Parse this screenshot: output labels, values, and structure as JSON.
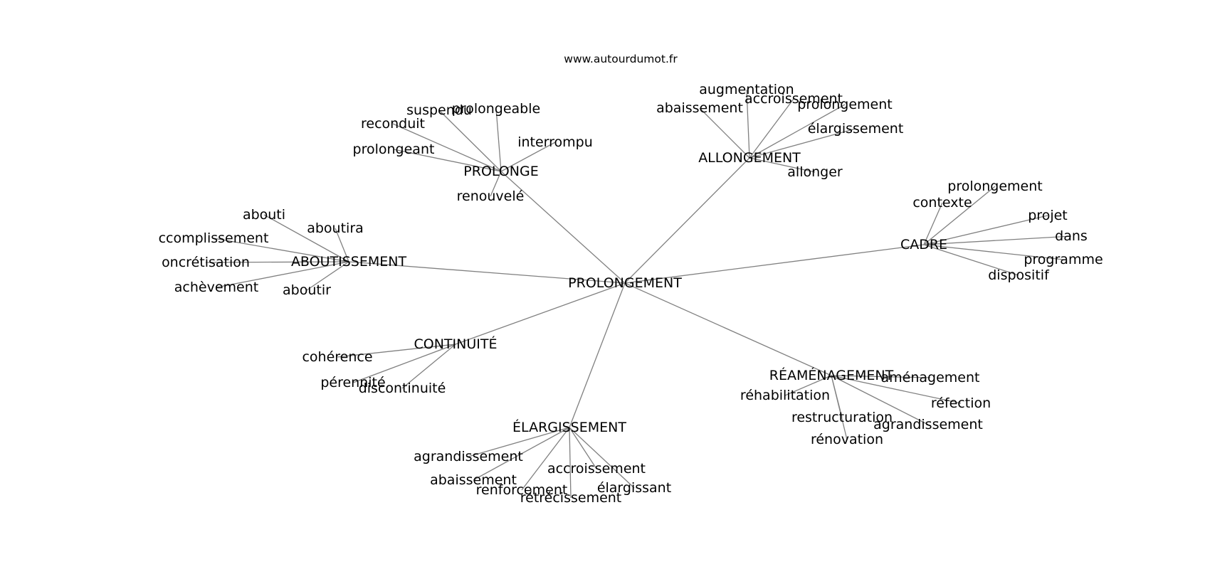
{
  "watermark": "www.autourdumot.fr",
  "graph": {
    "root": "PROLONGEMENT",
    "hubs": [
      {
        "label": "PROLONGE",
        "leaves": [
          "prolongeable",
          "suspendu",
          "reconduit",
          "prolongeant",
          "interrompu",
          "renouvelé"
        ]
      },
      {
        "label": "ALLONGEMENT",
        "leaves": [
          "augmentation",
          "abaissement",
          "accroissement",
          "prolongement",
          "élargissement",
          "allonger"
        ]
      },
      {
        "label": "CADRE",
        "leaves": [
          "prolongement",
          "contexte",
          "projet",
          "dans",
          "programme",
          "dispositif"
        ]
      },
      {
        "label": "ABOUTISSEMENT",
        "leaves": [
          "abouti",
          "aboutira",
          "ccomplissement",
          "oncrétisation",
          "achèvement",
          "aboutir"
        ]
      },
      {
        "label": "CONTINUITÉ",
        "leaves": [
          "cohérence",
          "pérennité",
          "discontinuité"
        ]
      },
      {
        "label": "RÉAMÉNAGEMENT",
        "leaves": [
          "aménagement",
          "réhabilitation",
          "réfection",
          "restructuration",
          "agrandissement",
          "rénovation"
        ]
      },
      {
        "label": "ÉLARGISSEMENT",
        "leaves": [
          "agrandissement",
          "abaissement",
          "accroissement",
          "élargissant",
          "renforcement",
          "rétrécissement"
        ]
      }
    ]
  }
}
